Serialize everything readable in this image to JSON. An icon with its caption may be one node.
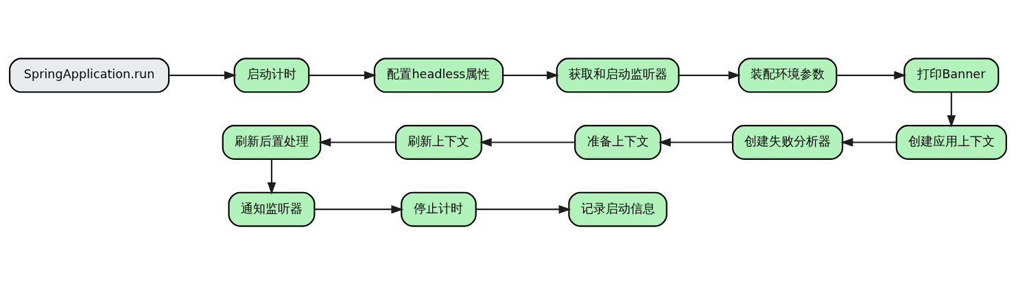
{
  "diagram": {
    "nodes": [
      {
        "text": [
          "SpringApplication.run"
        ]
      },
      {
        "text": [
          "启动计时"
        ]
      },
      {
        "text": [
          "配置headless属性"
        ]
      },
      {
        "text": [
          "获取和启动监听器"
        ]
      },
      {
        "text": [
          "装配环境参数"
        ]
      },
      {
        "text": [
          "打印Banner"
        ]
      },
      {
        "text": [
          "创建应用上下文"
        ]
      },
      {
        "text": [
          "创建失败分析器"
        ]
      },
      {
        "text": [
          "准备上下文"
        ]
      },
      {
        "text": [
          "刷新上下文"
        ]
      },
      {
        "text": [
          "刷新后置处理"
        ]
      },
      {
        "text": [
          "通知监听器"
        ]
      },
      {
        "text": [
          "停止计时"
        ]
      },
      {
        "text": [
          "记录启动信息"
        ]
      }
    ],
    "edges": [
      {
        "from": 0,
        "to": 1,
        "arrow": "to"
      },
      {
        "from": 1,
        "to": 2,
        "arrow": "to"
      },
      {
        "from": 2,
        "to": 3,
        "arrow": "to"
      },
      {
        "from": 3,
        "to": 4,
        "arrow": "to"
      },
      {
        "from": 4,
        "to": 5,
        "arrow": "to"
      },
      {
        "from": 5,
        "to": 6,
        "arrow": "to"
      },
      {
        "from": 6,
        "to": 7,
        "arrow": "to"
      },
      {
        "from": 7,
        "to": 8,
        "arrow": "to"
      },
      {
        "from": 8,
        "to": 9,
        "arrow": "to"
      },
      {
        "from": 9,
        "to": 10,
        "arrow": "to"
      },
      {
        "from": 10,
        "to": 11,
        "arrow": "to"
      },
      {
        "from": 11,
        "to": 12,
        "arrow": "to"
      },
      {
        "from": 12,
        "to": 13,
        "arrow": "to"
      }
    ]
  }
}
